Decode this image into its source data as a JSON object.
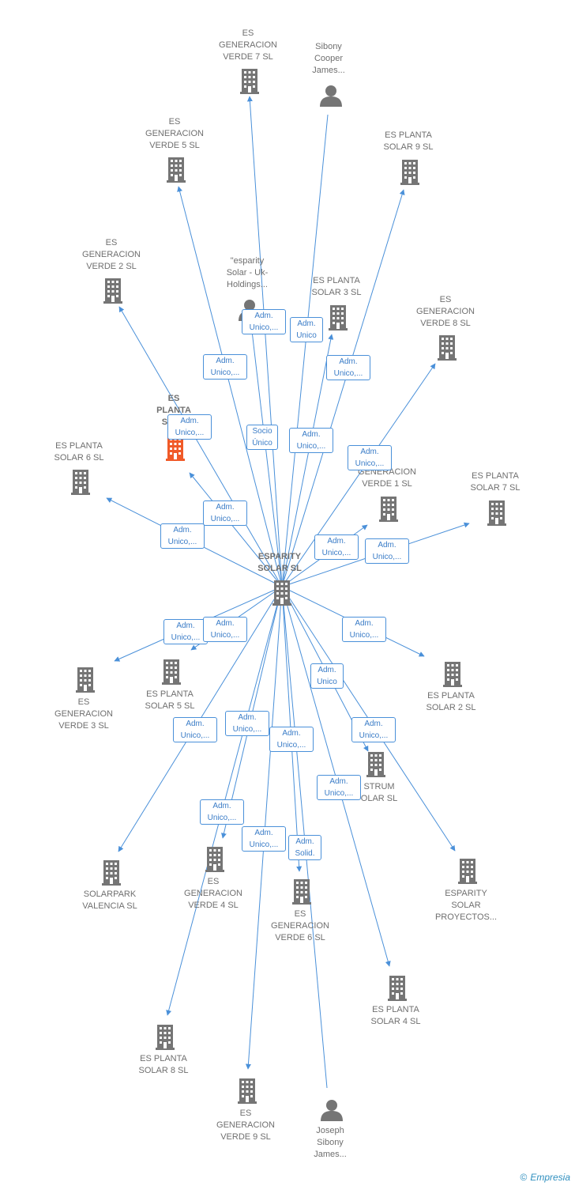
{
  "colors": {
    "edge": "#4a90d9",
    "node": "#757575",
    "highlight": "#f05a28"
  },
  "nodes": [
    {
      "id": "center",
      "label": "ESPARITY\nSOLAR  SL",
      "type": "building-icon",
      "bold": true
    },
    {
      "id": "v7",
      "label": "ES\nGENERACION\nVERDE 7  SL",
      "type": "building-icon"
    },
    {
      "id": "sibony",
      "label": "Sibony\nCooper\nJames...",
      "type": "person-icon"
    },
    {
      "id": "v5",
      "label": "ES\nGENERACION\nVERDE 5  SL",
      "type": "building-icon"
    },
    {
      "id": "p9",
      "label": "ES PLANTA\nSOLAR 9  SL",
      "type": "building-icon"
    },
    {
      "id": "v2",
      "label": "ES\nGENERACION\nVERDE 2  SL",
      "type": "building-icon"
    },
    {
      "id": "uk",
      "label": "\"esparity\nSolar - Uk-\nHoldings...",
      "type": "person-icon"
    },
    {
      "id": "p3",
      "label": "ES PLANTA\nSOLAR 3  SL",
      "type": "building-icon"
    },
    {
      "id": "v8",
      "label": "ES\nGENERACION\nVERDE 8  SL",
      "type": "building-icon"
    },
    {
      "id": "pX",
      "label": "ES\nPLANTA\nSOLA",
      "type": "building-icon",
      "highlight": true
    },
    {
      "id": "p6",
      "label": "ES PLANTA\nSOLAR 6  SL",
      "type": "building-icon"
    },
    {
      "id": "v1",
      "label": "GENERACION\nVERDE 1  SL",
      "type": "building-icon"
    },
    {
      "id": "p7",
      "label": "ES PLANTA\nSOLAR 7  SL",
      "type": "building-icon"
    },
    {
      "id": "v3",
      "label": "ES\nGENERACION\nVERDE 3  SL",
      "type": "building-icon"
    },
    {
      "id": "p5",
      "label": "ES PLANTA\nSOLAR 5  SL",
      "type": "building-icon"
    },
    {
      "id": "p2",
      "label": "ES PLANTA\nSOLAR 2  SL",
      "type": "building-icon"
    },
    {
      "id": "strum",
      "label": "STRUM\nOLAR  SL",
      "type": "building-icon"
    },
    {
      "id": "solarpark",
      "label": "SOLARPARK\nVALENCIA  SL",
      "type": "building-icon"
    },
    {
      "id": "v4",
      "label": "ES\nGENERACION\nVERDE 4  SL",
      "type": "building-icon"
    },
    {
      "id": "v6",
      "label": "ES\nGENERACION\nVERDE 6  SL",
      "type": "building-icon"
    },
    {
      "id": "proy",
      "label": "ESPARITY\nSOLAR\nPROYECTOS...",
      "type": "building-icon"
    },
    {
      "id": "p4",
      "label": "ES PLANTA\nSOLAR 4  SL",
      "type": "building-icon"
    },
    {
      "id": "p8",
      "label": "ES PLANTA\nSOLAR 8  SL",
      "type": "building-icon"
    },
    {
      "id": "v9",
      "label": "ES\nGENERACION\nVERDE 9  SL",
      "type": "building-icon"
    },
    {
      "id": "joseph",
      "label": "Joseph\nSibony\nJames...",
      "type": "person-icon"
    }
  ],
  "edge_labels": [
    {
      "id": "e1",
      "text": "Adm.\nUnico,..."
    },
    {
      "id": "e2",
      "text": "Adm.\nUnico"
    },
    {
      "id": "e3",
      "text": "Adm.\nUnico,..."
    },
    {
      "id": "e4",
      "text": "Adm.\nUnico,..."
    },
    {
      "id": "e5",
      "text": "Adm.\nUnico,..."
    },
    {
      "id": "e6",
      "text": "Socio\nÚnico"
    },
    {
      "id": "e7",
      "text": "Adm.\nUnico,..."
    },
    {
      "id": "e8",
      "text": "Adm.\nUnico,..."
    },
    {
      "id": "e9",
      "text": "Adm.\nUnico,..."
    },
    {
      "id": "e10",
      "text": "Adm.\nUnico,..."
    },
    {
      "id": "e11",
      "text": "Adm.\nUnico,..."
    },
    {
      "id": "e12",
      "text": "Adm.\nUnico,..."
    },
    {
      "id": "e13",
      "text": "Adm.\nUnico,..."
    },
    {
      "id": "e14",
      "text": "Adm.\nUnico,..."
    },
    {
      "id": "e15",
      "text": "Adm.\nUnico,..."
    },
    {
      "id": "e16",
      "text": "Adm.\nUnico"
    },
    {
      "id": "e17",
      "text": "Adm.\nUnico,..."
    },
    {
      "id": "e18",
      "text": "Adm.\nUnico,..."
    },
    {
      "id": "e19",
      "text": "Adm.\nUnico,..."
    },
    {
      "id": "e20",
      "text": "Adm.\nUnico,..."
    },
    {
      "id": "e21",
      "text": "Adm.\nUnico,..."
    },
    {
      "id": "e22",
      "text": "Adm.\nUnico,..."
    },
    {
      "id": "e23",
      "text": "Adm.\nUnico,..."
    },
    {
      "id": "e24",
      "text": "Adm.\nSolid."
    },
    {
      "id": "e25",
      "text": "Adm.\nUnico,..."
    }
  ],
  "copyright": {
    "symbol": "©",
    "brand": "Empresia"
  }
}
